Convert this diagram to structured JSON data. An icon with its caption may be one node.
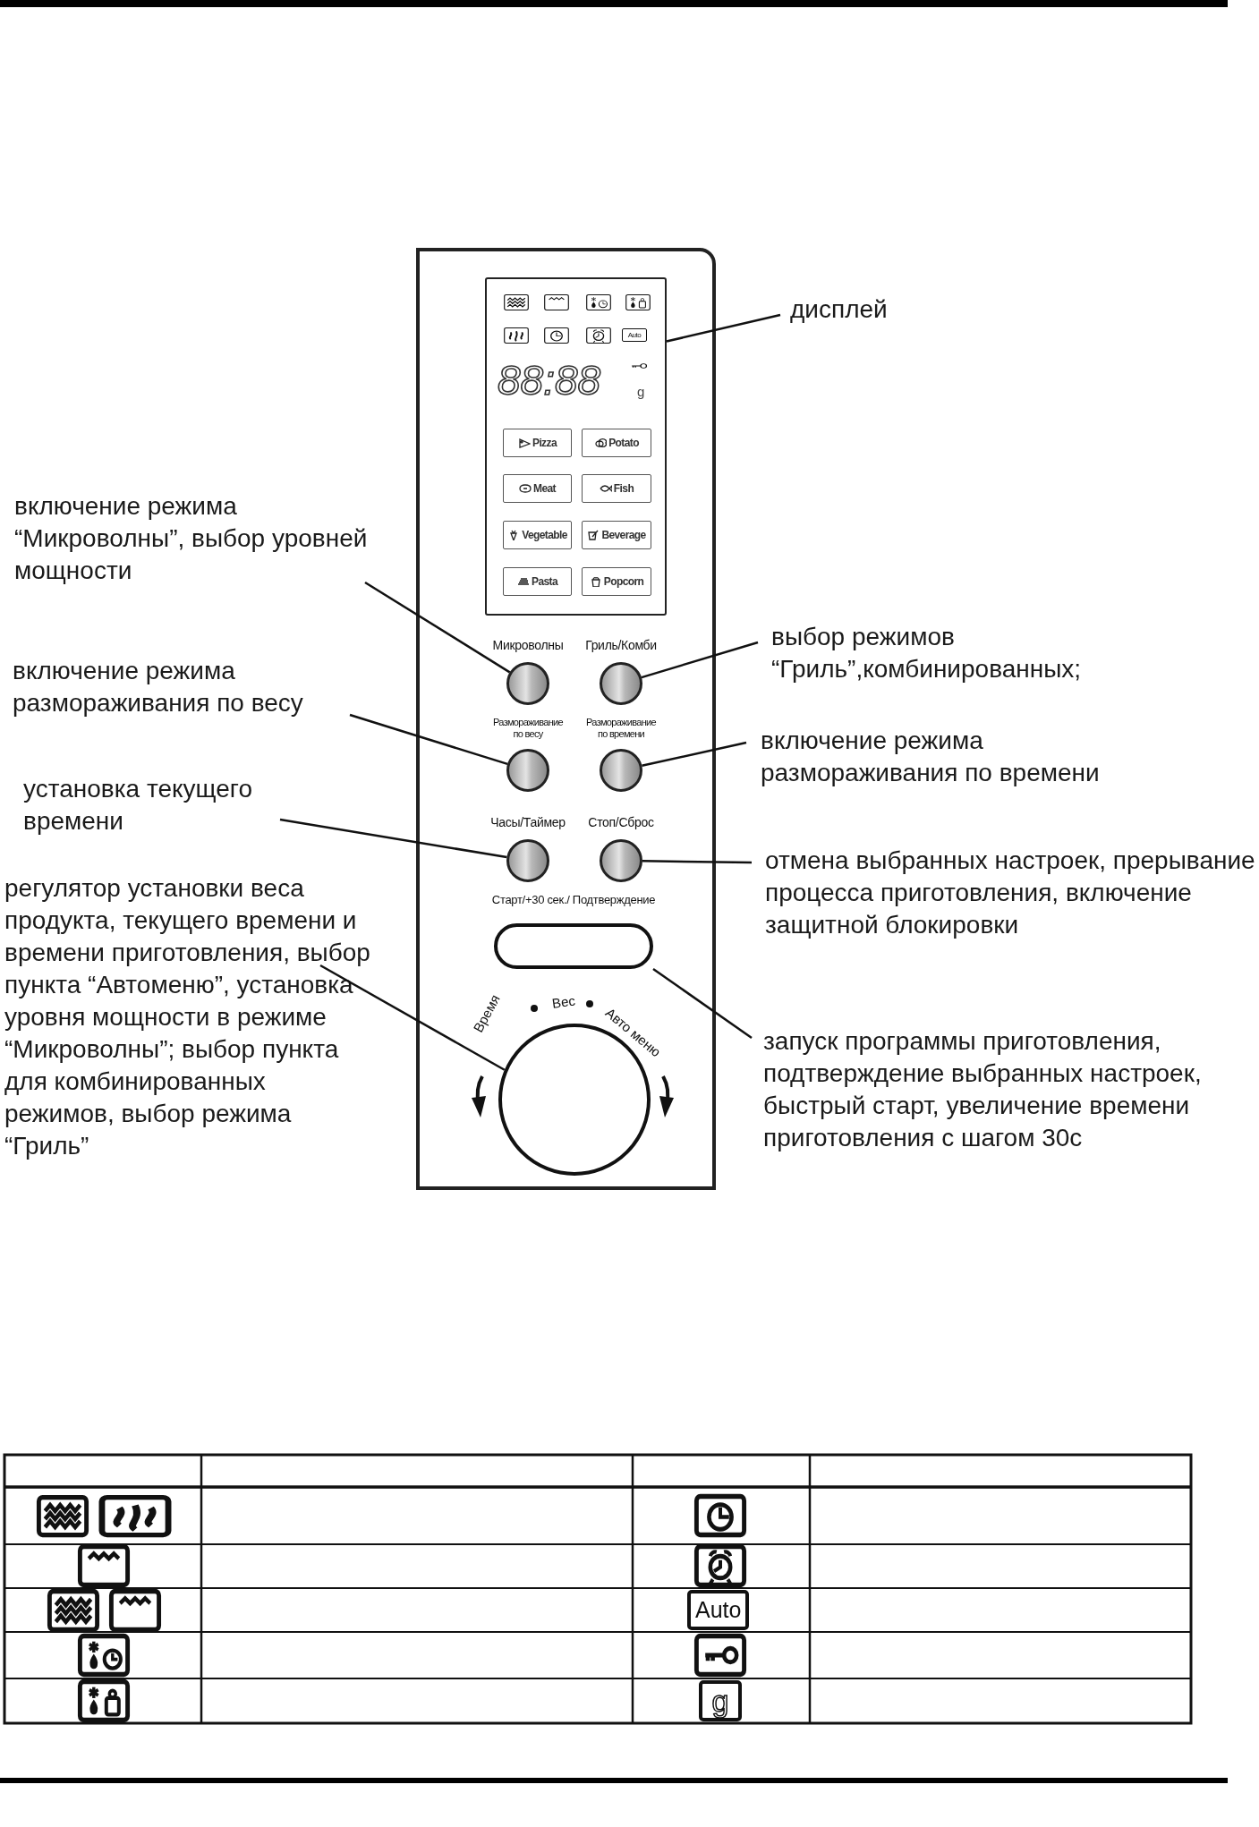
{
  "diagram": {
    "nodes": [
      {
        "text": [],
        "shape": "box"
      },
      {
        "text": [
          "88:88",
          "g"
        ],
        "in": 0
      },
      {
        "text": [
          "Pizza"
        ],
        "in": 1
      },
      {
        "text": [
          "Potato"
        ],
        "in": 1
      },
      {
        "text": [
          "Meat"
        ],
        "in": 1
      },
      {
        "text": [
          "Fish"
        ],
        "in": 1
      },
      {
        "text": [
          "Vegetable"
        ],
        "in": 1
      },
      {
        "text": [
          "Beverage"
        ],
        "in": 1
      },
      {
        "text": [
          "Pasta"
        ],
        "in": 1
      },
      {
        "text": [
          "Popcorn"
        ],
        "in": 1
      },
      {
        "text": [
          "Микроволны"
        ],
        "in": 0
      },
      {
        "text": [
          "Гриль/Комби"
        ],
        "in": 0
      },
      {
        "text": [
          "Размораживание по весу"
        ],
        "in": 0
      },
      {
        "text": [
          "Размораживание по времени"
        ],
        "in": 0
      },
      {
        "text": [
          "Часы/Таймер"
        ],
        "in": 0
      },
      {
        "text": [
          "Стоп/Сброс"
        ],
        "in": 0
      },
      {
        "text": [
          "Старт/+30 сек./ Подтверждение"
        ],
        "in": 0
      },
      {
        "text": [],
        "shape": "circle",
        "in": 0
      },
      {
        "text": [
          "дисплей"
        ]
      },
      {
        "text": [
          "включение режима “Микроволны”, выбор уровней мощности"
        ]
      },
      {
        "text": [
          "выбор режимов “Гриль”,комбинированных;"
        ]
      },
      {
        "text": [
          "включение режима размораживания по весу"
        ]
      },
      {
        "text": [
          "включение режима размораживания по времени"
        ]
      },
      {
        "text": [
          "установка текущего времени"
        ]
      },
      {
        "text": [
          "отмена выбранных настроек, прерывание процесса приготовления, включение защитной блокировки"
        ]
      },
      {
        "text": [
          "регулятор установки веса продукта, текущего времени и времени приготовления, выбор пункта “Автоменю”, установка уровня мощности в режиме “Микроволны”; выбор пункта для комбинированных режимов, выбор режима “Гриль”"
        ]
      },
      {
        "text": [
          "запуск программы приготовления, подтверждение выбранных настроек, быстрый старт, увеличение времени приготовления с шагом 30с"
        ]
      }
    ],
    "edges": [
      {
        "from": 18,
        "to": 1,
        "arrow": "none"
      },
      {
        "from": 19,
        "to": 10,
        "arrow": "none"
      },
      {
        "from": 20,
        "to": 11,
        "arrow": "none"
      },
      {
        "from": 21,
        "to": 12,
        "arrow": "none"
      },
      {
        "from": 22,
        "to": 13,
        "arrow": "none"
      },
      {
        "from": 23,
        "to": 14,
        "arrow": "none"
      },
      {
        "from": 24,
        "to": 15,
        "arrow": "none"
      },
      {
        "from": 25,
        "to": 17,
        "arrow": "none"
      },
      {
        "from": 26,
        "to": 16,
        "arrow": "none"
      }
    ],
    "labels": [
      "Auto",
      "Время",
      "Вес",
      "Авто меню",
      "Auto",
      "g"
    ]
  }
}
